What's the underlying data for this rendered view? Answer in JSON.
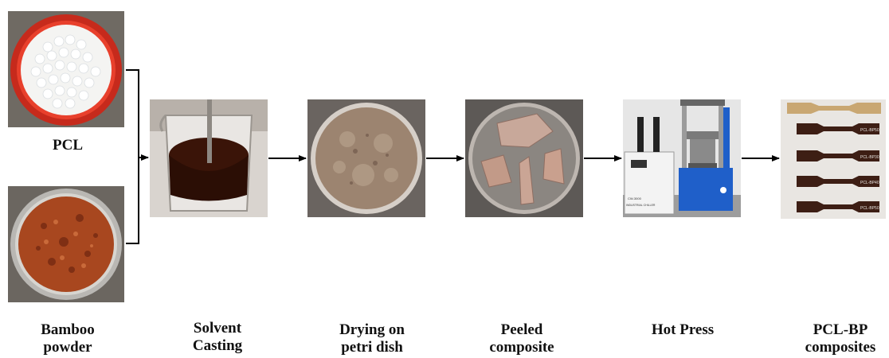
{
  "steps": {
    "pcl": "PCL",
    "bamboo": "Bamboo powder",
    "solvent": "Solvent Casting",
    "drying": "Drying on petri dish",
    "peeled": "Peeled composite",
    "hotpress": "Hot Press",
    "final": "PCL-BP composites"
  },
  "photo_text": {
    "chiller_model": "CW-3000",
    "chiller_brand": "INDUSTRIAL CHILLER",
    "specimen_labels": [
      "PCL-BP50",
      "PCL-BP30",
      "PCL-BP40",
      "PCL-BP50"
    ]
  },
  "colors": {
    "pcl_tray_red": "#d9301f",
    "bamboo_powder": "#a8471f",
    "solvent_liquid": "#3a1408",
    "petri_residue": "#9c8470",
    "peeled_film": "#c8a89a",
    "hotpress_blue": "#1f5fc9",
    "specimen_brown": "#3d1e14",
    "specimen_pcl": "#c9a772"
  }
}
